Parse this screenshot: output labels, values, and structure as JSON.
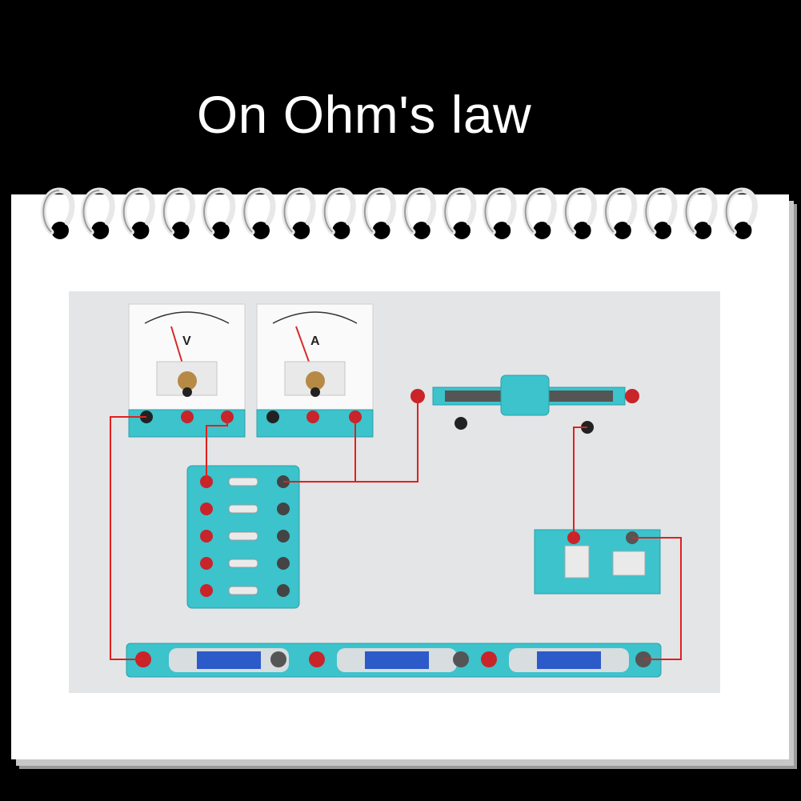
{
  "title": "On Ohm's law",
  "meters": {
    "voltmeter_letter": "V",
    "ammeter_letter": "A"
  },
  "colors": {
    "background": "#000000",
    "page": "#ffffff",
    "photo_bg": "#e4e5e7",
    "plastic": "#3cc3cc",
    "wire": "#e0201f",
    "terminal_red": "#c8242a"
  }
}
